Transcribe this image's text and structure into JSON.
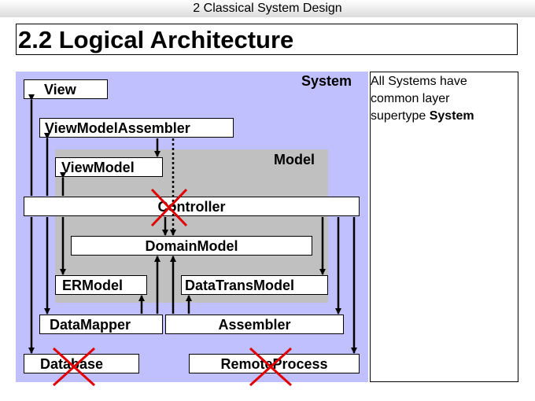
{
  "header": {
    "chapter": "2 Classical System Design"
  },
  "slide": {
    "title": "2.2 Logical Architecture"
  },
  "diagram": {
    "system_label": "System",
    "model_label": "Model",
    "boxes": {
      "view": "View",
      "view_model_assembler": "ViewModelAssembler",
      "view_model": "ViewModel",
      "controller": "Controller",
      "domain_model": "DomainModel",
      "er_model": "ERModel",
      "data_trans_model": "DataTransModel",
      "data_mapper": "DataMapper",
      "assembler": "Assembler",
      "database": "Database",
      "remote_process": "RemoteProcess"
    },
    "colors": {
      "system": "#c0c0ff",
      "model": "#c0c0c0",
      "cross": "#e00000"
    }
  },
  "note": {
    "line1": "All Systems have",
    "line2": "common layer",
    "line3_prefix": "supertype ",
    "line3_bold": "System"
  }
}
